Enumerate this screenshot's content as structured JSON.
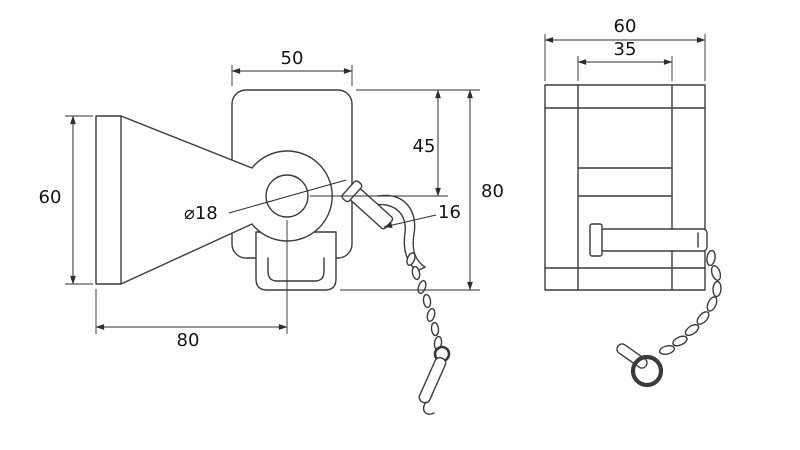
{
  "drawing": {
    "background": "#ffffff",
    "line_color": "#3b3b3b",
    "dimension_color": "#2d2d2d",
    "text_color": "#141414",
    "side_view": {
      "dim_jaw_width_top": "50",
      "dim_hole_center_drop": "45",
      "dim_overall_height": "80",
      "dim_pin_diameter": "16",
      "dim_hole_diameter": "⌀18",
      "dim_eye_height": "60",
      "dim_eye_to_hole_length": "80"
    },
    "front_view": {
      "dim_overall_width": "60",
      "dim_inner_width": "35"
    }
  }
}
